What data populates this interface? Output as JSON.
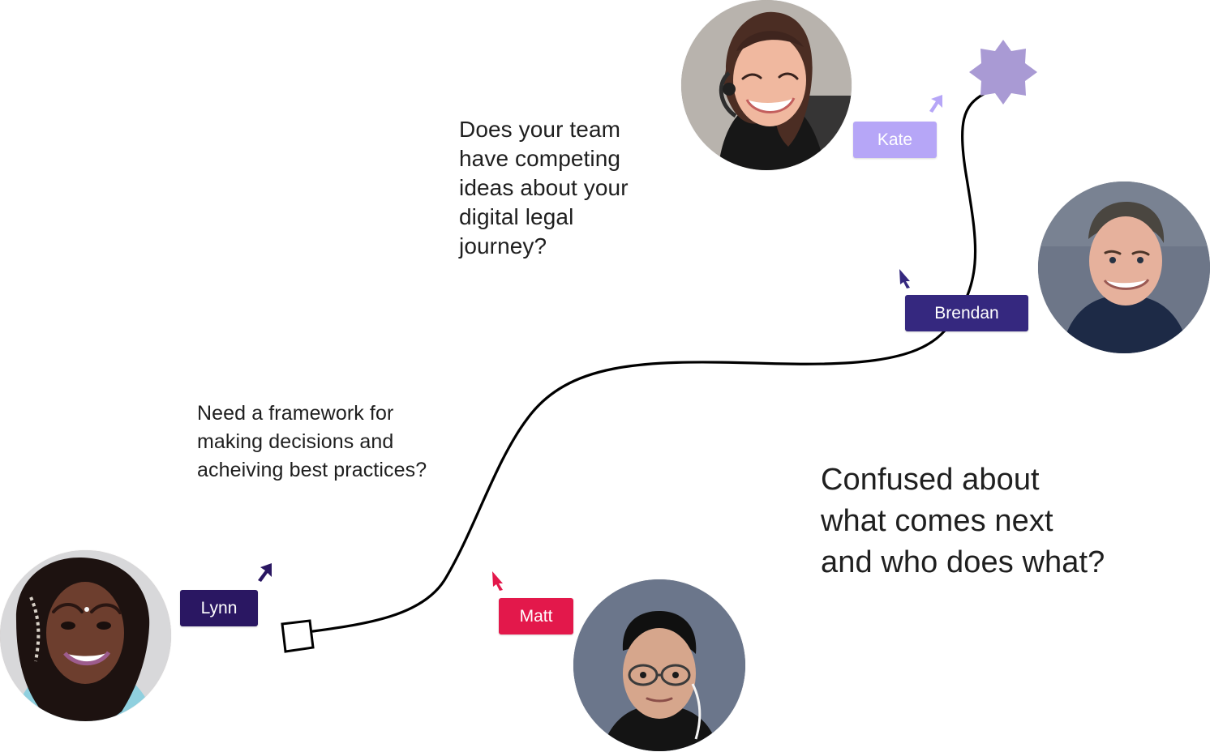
{
  "theme": {
    "text": "#1f1f1f",
    "path": "#000000",
    "kate": "#b6a6f7",
    "brendan": "#35287f",
    "lynn": "#2a1762",
    "matt": "#e3184b",
    "star": "#a99ad4"
  },
  "prompts": {
    "team": "Does your team\nhave competing\nideas about your\ndigital legal\njourney?",
    "framework": "Need a framework for\nmaking decisions and\nacheiving best practices?",
    "confused": "Confused about\nwhat comes next\nand who does what?"
  },
  "people": {
    "kate": {
      "name": "Kate"
    },
    "brendan": {
      "name": "Brendan"
    },
    "lynn": {
      "name": "Lynn"
    },
    "matt": {
      "name": "Matt"
    }
  },
  "icons": {
    "cursor": "pointer-cursor-icon",
    "star": "eight-point-star-icon",
    "start": "rotated-square-start-icon"
  }
}
